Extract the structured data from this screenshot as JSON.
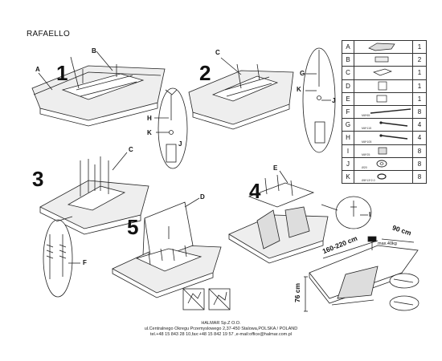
{
  "title": "RAFAELLO",
  "steps": [
    "1",
    "2",
    "3",
    "4",
    "5"
  ],
  "callouts": {
    "s1": {
      "a": "A",
      "b": "B",
      "h": "H",
      "k": "K",
      "j": "J"
    },
    "s2": {
      "c": "C",
      "g": "G",
      "k": "K",
      "j": "J"
    },
    "s3": {
      "c": "C",
      "f": "F"
    },
    "s4": {
      "e": "E",
      "i": "I"
    },
    "s5": {
      "d": "D"
    }
  },
  "parts": [
    {
      "letter": "A",
      "qty": "1",
      "spec": "",
      "icon": "tabletop-icon"
    },
    {
      "letter": "B",
      "qty": "2",
      "spec": "",
      "icon": "rail-icon"
    },
    {
      "letter": "C",
      "qty": "1",
      "spec": "",
      "icon": "frame-icon"
    },
    {
      "letter": "D",
      "qty": "1",
      "spec": "",
      "icon": "extension-leaf-icon"
    },
    {
      "letter": "E",
      "qty": "1",
      "spec": "",
      "icon": "base-plate-icon"
    },
    {
      "letter": "F",
      "qty": "8",
      "spec": "M8*65",
      "icon": "long-bolt-icon"
    },
    {
      "letter": "G",
      "qty": "4",
      "spec": "M8*115",
      "icon": "bolt-icon"
    },
    {
      "letter": "H",
      "qty": "4",
      "spec": "M8*105",
      "icon": "bolt-icon"
    },
    {
      "letter": "I",
      "qty": "8",
      "spec": "M8*25",
      "icon": "nut-icon"
    },
    {
      "letter": "J",
      "qty": "8",
      "spec": "Ø20",
      "icon": "washer-icon"
    },
    {
      "letter": "K",
      "qty": "8",
      "spec": "Ø8*13*2.0",
      "icon": "ring-icon"
    }
  ],
  "dimensions": {
    "length": "160-220 cm",
    "depth": "90 cm",
    "height": "76 cm",
    "max_load": "max.40kg"
  },
  "footer": {
    "company": "HALMAR Sp.Z O.O.",
    "address": "ul.Centralnego Okregu Przemyslowego 2,37-450 Stalowa,POLSKA / POLAND",
    "contact": "tel.+48 15 843 28 10,fax:+48 15 842 19 57 ,e-mail:office@halmar.com.pl"
  }
}
